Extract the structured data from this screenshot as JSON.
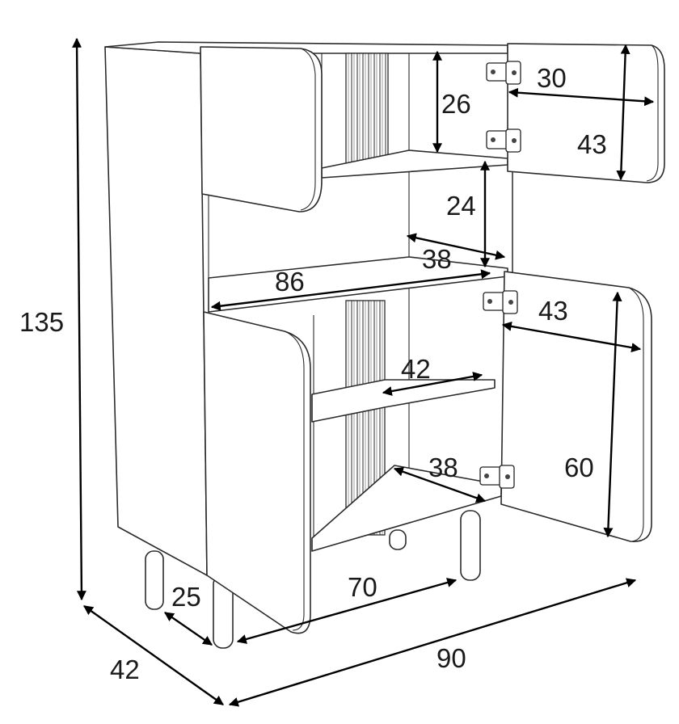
{
  "dimensions": {
    "total_height": "135",
    "depth": "42",
    "width": "90",
    "leg_spacing": "25",
    "inner_bottom_width": "70",
    "shelf_width": "86",
    "upper_niche_height": "26",
    "middle_niche_height": "24",
    "middle_shelf_depth": "38",
    "upper_door_width": "30",
    "upper_door_height": "43",
    "lower_door_width": "43",
    "lower_door_height": "60",
    "lower_inner_shelf_width": "42",
    "bottom_shelf_depth": "38"
  }
}
